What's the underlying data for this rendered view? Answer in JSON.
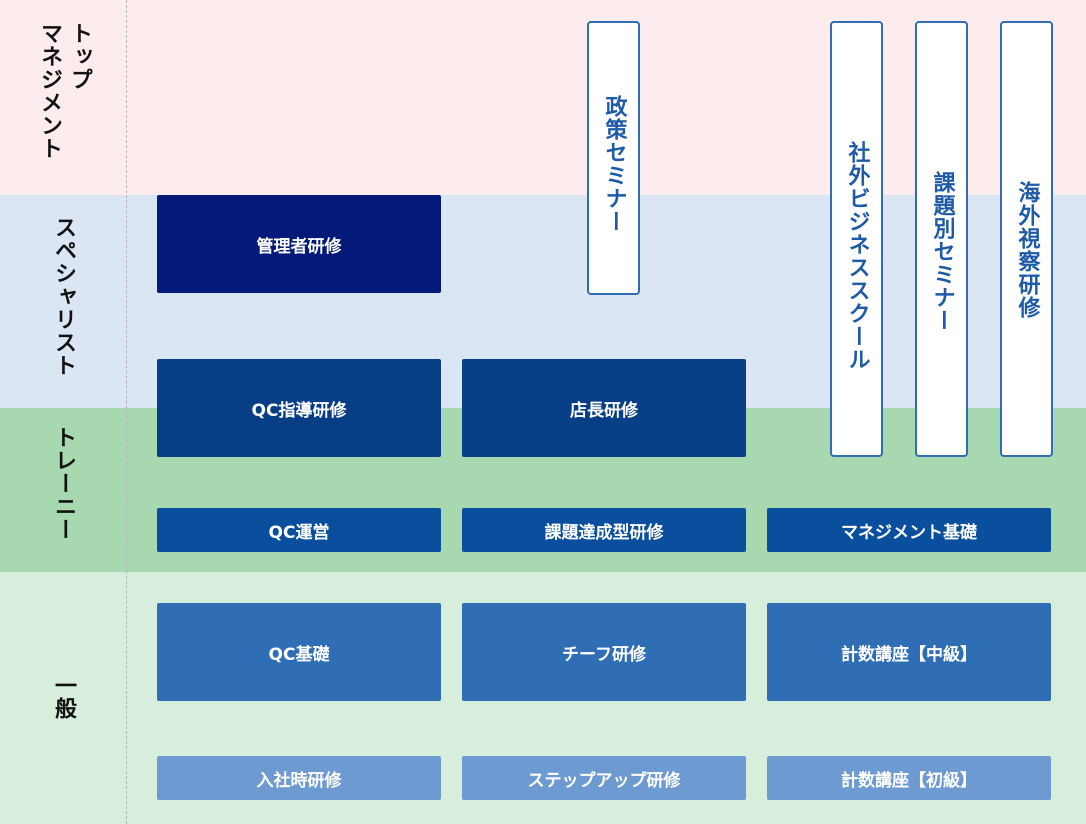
{
  "levels": {
    "top": "トップ\nマネジメント",
    "specialist": "スペシャリスト",
    "trainee": "トレーニー",
    "general": "一般"
  },
  "programs": {
    "kanrisha": "管理者研修",
    "qc_shido": "QC指導研修",
    "tencho": "店長研修",
    "qc_unei": "QC運営",
    "kadai_tassei": "課題達成型研修",
    "management_kiso": "マネジメント基礎",
    "qc_kiso": "QC基礎",
    "chief": "チーフ研修",
    "keisu_chukyu": "計数講座【中級】",
    "nyusha": "入社時研修",
    "stepup": "ステップアップ研修",
    "keisu_shokyu": "計数講座【初級】"
  },
  "seminars": {
    "seisaku": "政策セミナー",
    "shagai_business": "社外ビジネススクール",
    "kadai_betsu": "課題別セミナー",
    "kaigai_shisatsu": "海外視察研修"
  },
  "colors": {
    "band_top": "#fcecee",
    "band_specialist": "#dbe6f5",
    "band_trainee": "#a7d8b0",
    "band_general": "#d8eedc",
    "box_darkest": "#031a78",
    "box_dark": "#073e85",
    "box_mid": "#0a4f9e",
    "box_blue": "#2f6db5",
    "box_light": "#6d9ad1",
    "seminar_border": "#2f6db5",
    "seminar_text": "#1e5aa8"
  }
}
